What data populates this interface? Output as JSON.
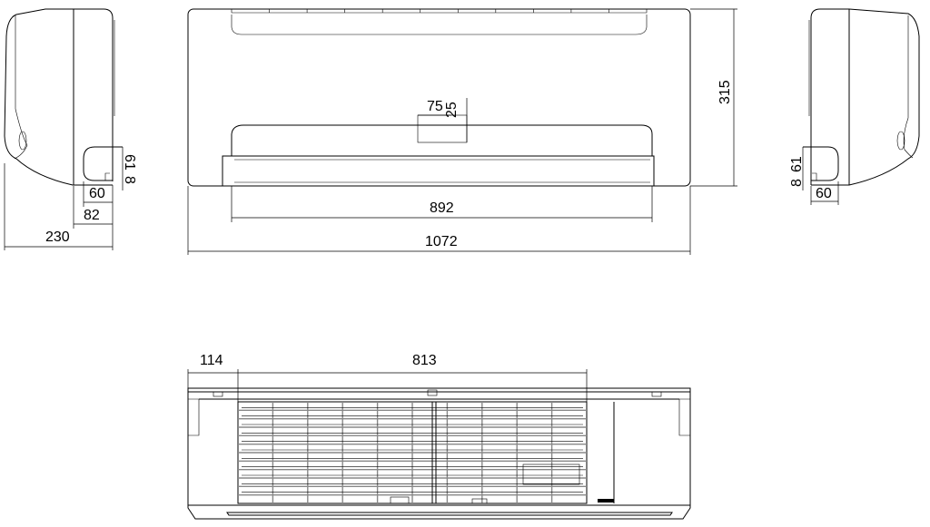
{
  "title": "Indoor unit outline dimensions",
  "units": "mm",
  "left_side_view": {
    "depth": "230",
    "rear_to_front_line": "82",
    "pipe_hole_width": "60",
    "pipe_hole_height": "61",
    "pipe_hole_offset": "8"
  },
  "front_view": {
    "width": "1072",
    "panel_width": "892",
    "height": "315",
    "display_width": "75",
    "display_height": "25"
  },
  "right_side_view": {
    "pipe_hole_offset": "8",
    "pipe_hole_height": "61",
    "pipe_hole_width": "60"
  },
  "bottom_view": {
    "side_offset": "114",
    "grille_width": "813"
  }
}
